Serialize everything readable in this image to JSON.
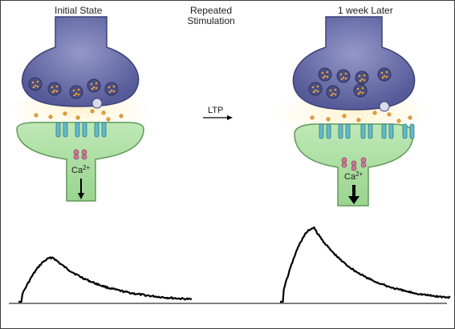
{
  "titles": {
    "left": "Initial State",
    "middle_line1": "Repeated",
    "middle_line2": "Stimulation",
    "right": "1 week Later"
  },
  "arrow_label": "LTP",
  "ion_label": "Ca",
  "ion_superscript": "2+",
  "colors": {
    "presynaptic": "#5a5f9e",
    "presynaptic_light": "#8a8ec3",
    "postsynaptic": "#a8dba0",
    "postsynaptic_edge": "#5f9a58",
    "receptor": "#63b9c8",
    "vesicle": "#4a4f82",
    "neurotransmitter": "#e8a23a",
    "calcium": "#cc7a99",
    "trace": "#000000"
  },
  "panels": {
    "initial": {
      "vesicle_count": 5,
      "receptor_count": 3,
      "calcium_count": 2
    },
    "later": {
      "vesicle_count": 7,
      "receptor_count": 5,
      "calcium_count": 3
    }
  },
  "traces": {
    "initial": {
      "relative_peak": 0.6
    },
    "later": {
      "relative_peak": 1.0
    }
  }
}
